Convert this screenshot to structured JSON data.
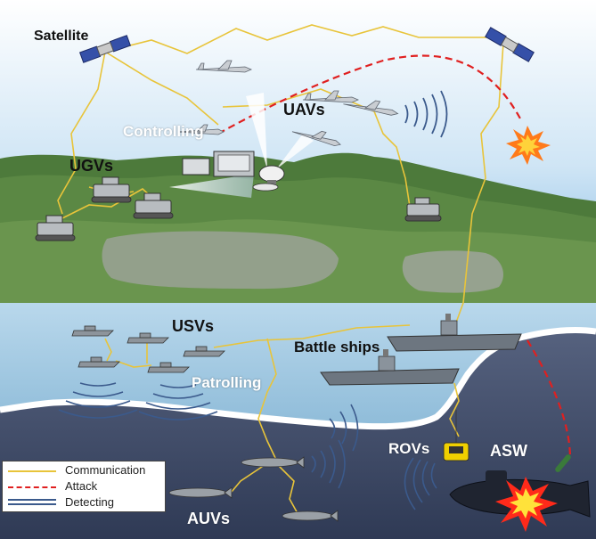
{
  "labels": {
    "satellite": "Satellite",
    "uavs": "UAVs",
    "controlling": "Controlling",
    "ugvs": "UGVs",
    "usvs": "USVs",
    "battle_ships": "Battle ships",
    "patrolling": "Patrolling",
    "rovs": "ROVs",
    "asw": "ASW",
    "auvs": "AUVs"
  },
  "legend": {
    "communication": "Communication",
    "attack": "Attack",
    "detecting": "Detecting"
  },
  "colors": {
    "communication": "#e8c43a",
    "attack": "#e02020",
    "detecting": "#3b5a8c",
    "sky": "#8ec3e8",
    "forest": "#4f7a3e",
    "sea": "#a9cde4",
    "deep_sea": "#3d4a66"
  }
}
